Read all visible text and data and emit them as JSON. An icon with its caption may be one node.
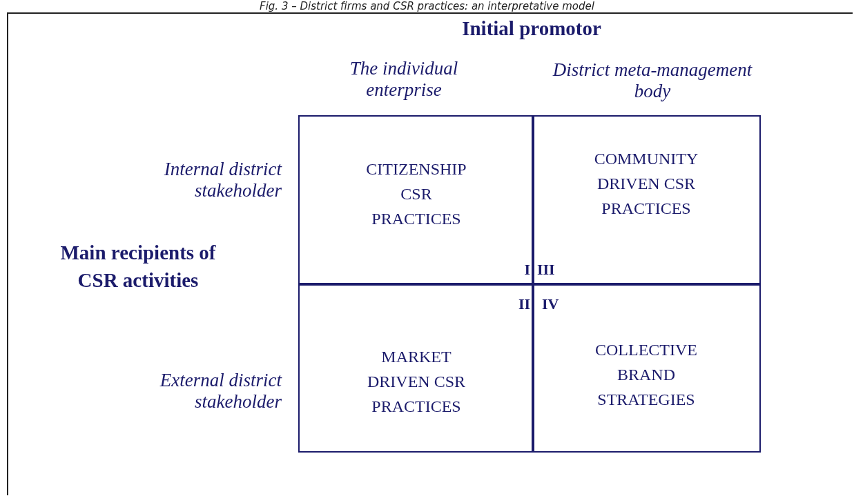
{
  "diagram": {
    "title": "Fig. 3 – District firms and CSR practices: an interpretative model",
    "nodes": [
      {
        "text": [
          "CITIZENSHIP CSR PRACTICES"
        ]
      },
      {
        "text": [
          "COMMUNITY DRIVEN CSR PRACTICES"
        ]
      },
      {
        "text": [
          "MARKET DRIVEN CSR PRACTICES"
        ]
      },
      {
        "text": [
          "COLLECTIVE BRAND STRATEGIES"
        ]
      }
    ],
    "edges": [],
    "labels": [
      "Initial promotor",
      "The individual enterprise",
      "District meta-management body",
      "Internal district stakeholder",
      "Main recipients of CSR activities",
      "External district stakeholder",
      "I",
      "III",
      "II",
      "IV"
    ]
  }
}
